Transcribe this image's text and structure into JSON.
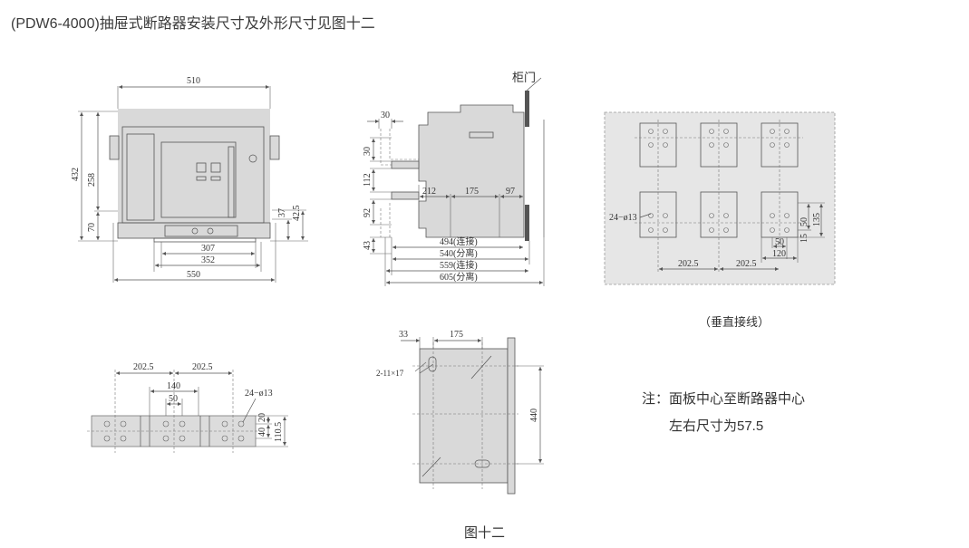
{
  "header": {
    "title": "(PDW6-4000)抽屉式断路器安装尺寸及外形尺寸见图十二"
  },
  "front_view": {
    "dims": {
      "w510": "510",
      "h432": "432",
      "h258": "258",
      "h70": "70",
      "h37": "37",
      "h42_5": "42.5",
      "w307": "307",
      "w352": "352",
      "w550": "550"
    }
  },
  "side_view": {
    "cabinet_door": "柜门",
    "dims": {
      "d30_top": "30",
      "d30_left": "30",
      "d112": "112",
      "d92": "92",
      "d43": "43",
      "d212": "212",
      "d175": "175",
      "d97": "97",
      "d494": "494(连接)",
      "d540": "540(分离)",
      "d559": "559(连接)",
      "d605": "605(分离)"
    }
  },
  "vertical_wiring": {
    "caption": "（垂直接线）",
    "dims": {
      "holes": "24−ø13",
      "w202_5_a": "202.5",
      "w202_5_b": "202.5",
      "w50_h": "50",
      "w120": "120",
      "h50": "50",
      "h135": "135",
      "h15": "15"
    }
  },
  "horizontal_wiring": {
    "dims": {
      "w202_5_a": "202.5",
      "w202_5_b": "202.5",
      "w140": "140",
      "w50": "50",
      "holes": "24−ø13",
      "h20": "20",
      "h40": "40",
      "h110_5": "110.5"
    }
  },
  "mounting_plate": {
    "dims": {
      "w33": "33",
      "w175": "175",
      "slots": "2-11×17",
      "h440": "440"
    }
  },
  "note": {
    "line1": "注：面板中心至断路器中心",
    "line2": "左右尺寸为57.5"
  },
  "figure_caption": "图十二"
}
